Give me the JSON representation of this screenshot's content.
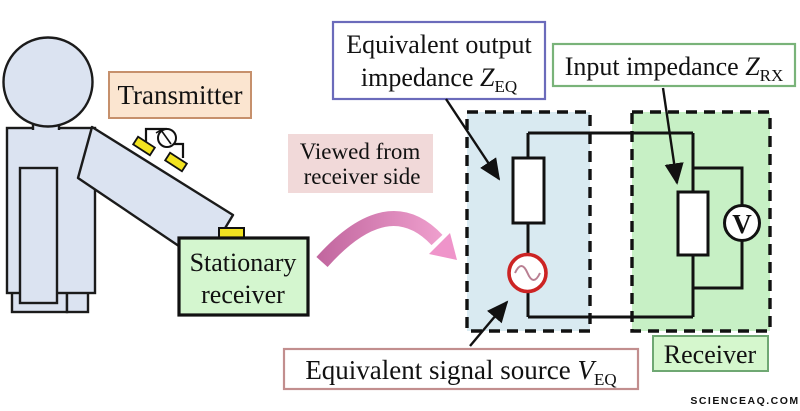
{
  "figure": {
    "transmitter_label": "Transmitter",
    "stationary_receiver": {
      "line1": "Stationary",
      "line2": "receiver"
    },
    "viewed_from": {
      "line1": "Viewed from",
      "line2": "receiver side"
    },
    "output_impedance": {
      "line1": "Equivalent output",
      "line2_prefix": "impedance ",
      "symbol": "Z",
      "subscript": "EQ"
    },
    "input_impedance": {
      "prefix": "Input impedance ",
      "symbol": "Z",
      "subscript": "RX"
    },
    "signal_source": {
      "prefix": "Equivalent signal source ",
      "symbol": "V",
      "subscript": "EQ"
    },
    "receiver_label": "Receiver",
    "voltmeter_letter": "V",
    "watermark": "SCIENCEAQ.COM"
  },
  "colors": {
    "person_fill": "#dbe3f1",
    "transmitter_box_fill": "#fbe5d0",
    "transmitter_box_border": "#c6906c",
    "stationary_receiver_fill": "#d4f6cf",
    "viewed_label_fill": "#f1d9d9",
    "arrow_pink_start": "#c2679f",
    "arrow_pink_end": "#f4a6d3",
    "equivalent_area_fill": "#d9eaf1",
    "receiver_area_fill": "#c7f0c5",
    "source_red": "#cc2424",
    "sine_wave": "#b97f92",
    "electrode_yellow": "#f2e320",
    "zeq_box_border": "#6b6bbb",
    "zrx_box_border": "#79b379",
    "veq_box_border": "#c28e8e",
    "receiver_label_fill": "#d5f7cd",
    "receiver_label_border": "#6fa873",
    "watermark_color": "#eec3c3"
  }
}
